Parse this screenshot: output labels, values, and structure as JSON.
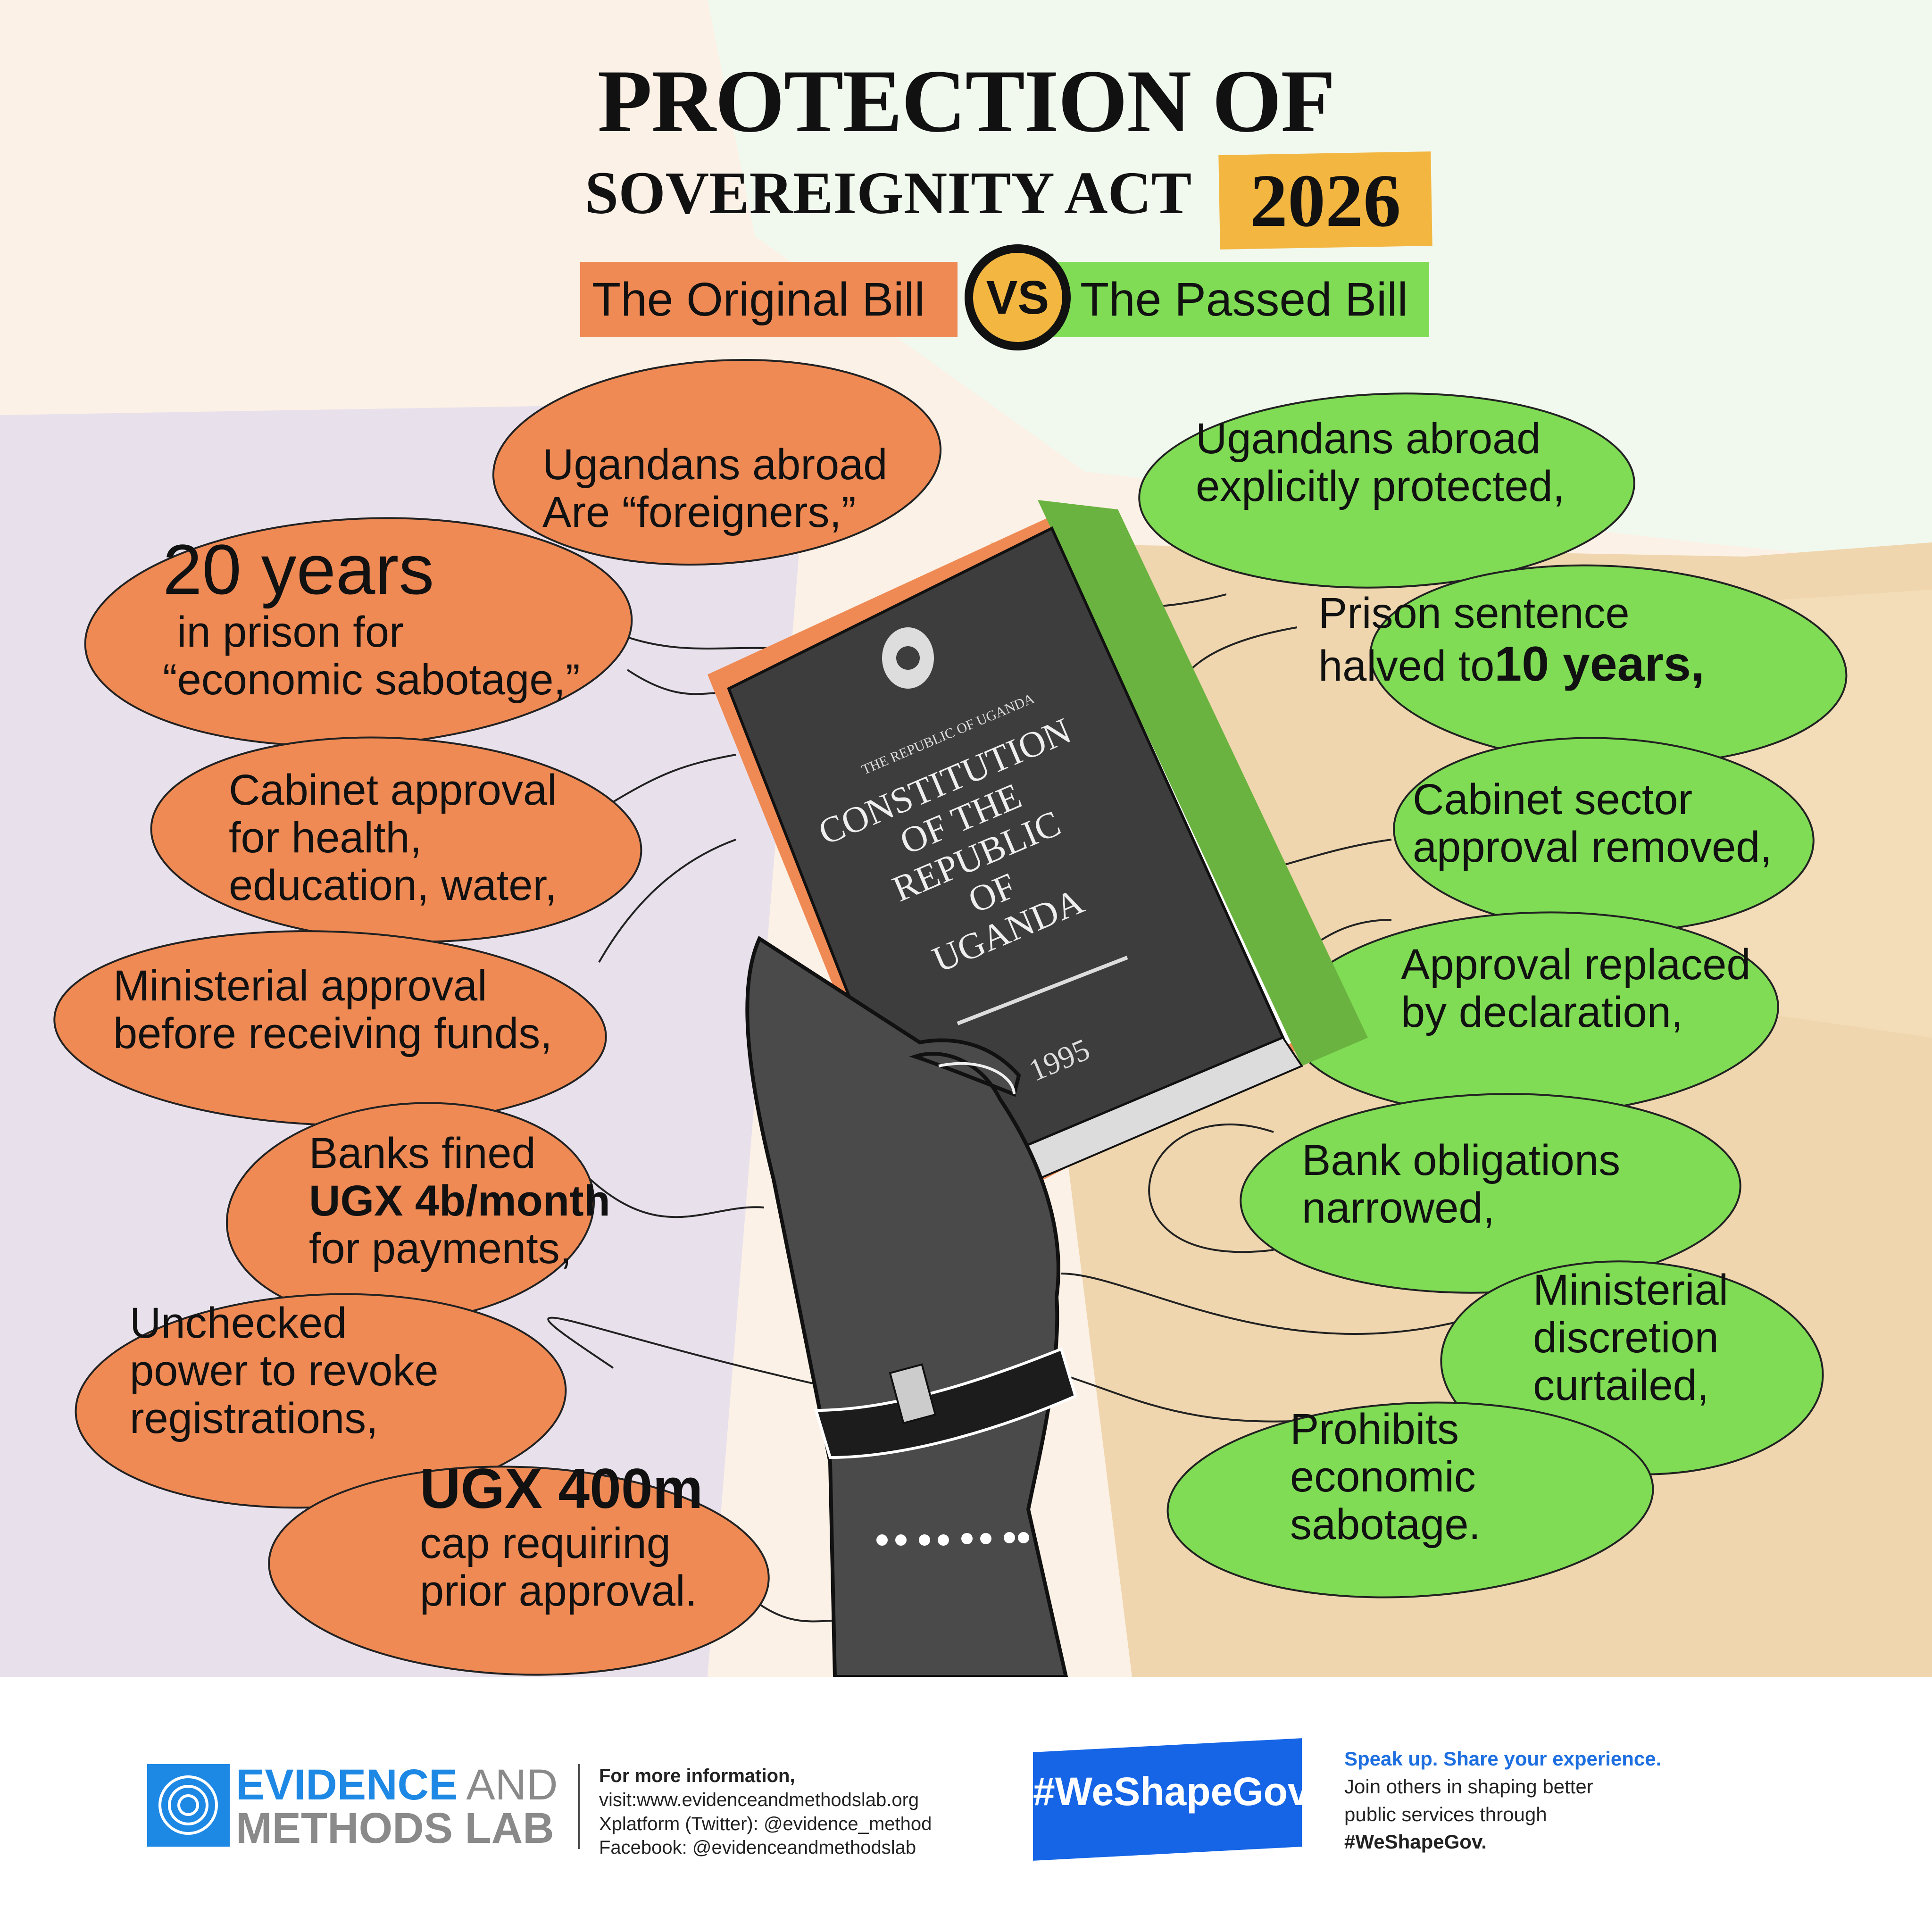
{
  "title": {
    "line1": "PROTECTION OF",
    "line2": "SOVEREIGNITY ACT",
    "year": "2026"
  },
  "comparison": {
    "left_label": "The Original Bill",
    "vs": "VS",
    "right_label": "The Passed Bill"
  },
  "original_bill": [
    {
      "lines": [
        "Ugandans abroad",
        "Are “foreigners,”"
      ]
    },
    {
      "emphasis": "20 years",
      "lines": [
        "in prison for",
        "“economic sabotage,”"
      ]
    },
    {
      "lines": [
        "Cabinet approval",
        "for health,",
        "education, water,"
      ]
    },
    {
      "lines": [
        "Ministerial approval",
        "before receiving funds,"
      ]
    },
    {
      "lines": [
        "Banks fined"
      ],
      "emphasis": "UGX 4b/month",
      "after": "for payments,"
    },
    {
      "lines": [
        "Unchecked",
        "power to revoke",
        "registrations,"
      ]
    },
    {
      "emphasis": "UGX 400m",
      "lines": [
        "cap requiring",
        "prior approval."
      ]
    }
  ],
  "passed_bill": [
    {
      "lines": [
        "Ugandans abroad",
        "explicitly protected,"
      ]
    },
    {
      "lines": [
        "Prison sentence",
        "halved to"
      ],
      "emphasis": "10 years,"
    },
    {
      "lines": [
        "Cabinet sector",
        "approval removed,"
      ]
    },
    {
      "lines": [
        "Approval replaced",
        "by declaration,"
      ]
    },
    {
      "lines": [
        "Bank obligations",
        "narrowed,"
      ]
    },
    {
      "lines": [
        "Ministerial",
        "discretion",
        "curtailed,"
      ]
    },
    {
      "lines": [
        "Prohibits",
        "economic",
        "sabotage."
      ]
    }
  ],
  "book": {
    "header": "THE REPUBLIC OF UGANDA",
    "title_lines": [
      "CONSTITUTION",
      "OF THE",
      "REPUBLIC",
      "OF",
      "UGANDA"
    ],
    "year": "1995"
  },
  "footer": {
    "org_line1": "EVIDENCE",
    "org_and": "AND",
    "org_line2": "METHODS LAB",
    "info_lines": [
      "For more information,",
      "visit:www.evidenceandmethodslab.org",
      "Xplatform (Twitter): @evidence_method",
      "Facebook: @evidenceandmethodslab"
    ],
    "hashtag": "#WeShapeGov",
    "cta_heading": "Speak up. Share your experience.",
    "cta_lines": [
      "Join others in shaping better",
      "public services through"
    ],
    "cta_hashtag": "#WeShapeGov."
  },
  "colors": {
    "orange": "#ef8a55",
    "green": "#7fdc54",
    "yellow": "#f3b640",
    "blue": "#1e88e5",
    "tag_blue": "#1565e6"
  }
}
